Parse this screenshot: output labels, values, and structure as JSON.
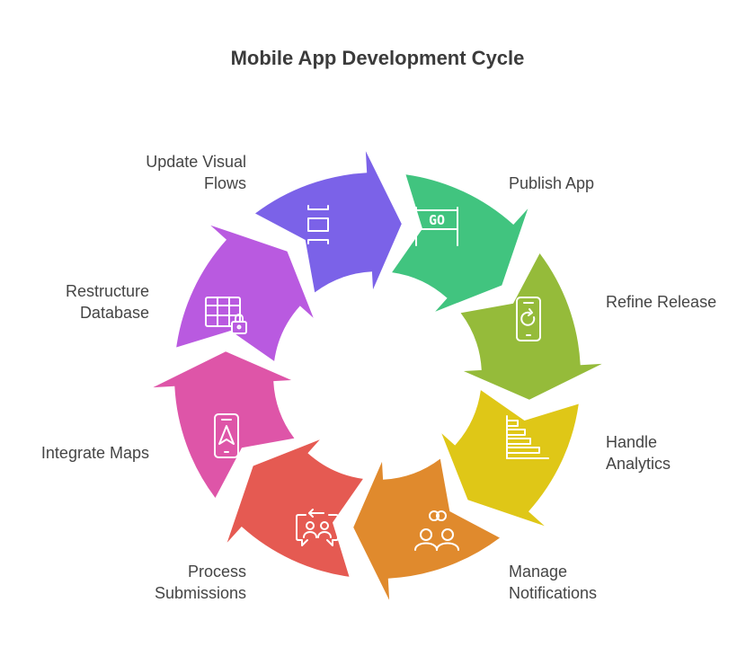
{
  "title": "Mobile App Development Cycle",
  "steps": [
    {
      "id": "publish",
      "lines": [
        "Publish App"
      ],
      "color": "#41c47f",
      "icon": "go-sign-icon",
      "icon_text": "GO"
    },
    {
      "id": "refine",
      "lines": [
        "Refine Release"
      ],
      "color": "#95bb3a",
      "icon": "phone-refresh-icon"
    },
    {
      "id": "analytics",
      "lines": [
        "Handle",
        "Analytics"
      ],
      "color": "#dfc717",
      "icon": "bar-chart-icon"
    },
    {
      "id": "notifications",
      "lines": [
        "Manage",
        "Notifications"
      ],
      "color": "#e08a2d",
      "icon": "users-link-icon"
    },
    {
      "id": "submissions",
      "lines": [
        "Process",
        "Submissions"
      ],
      "color": "#e55a52",
      "icon": "chat-exchange-icon"
    },
    {
      "id": "maps",
      "lines": [
        "Integrate Maps"
      ],
      "color": "#de55a8",
      "icon": "phone-navigation-icon"
    },
    {
      "id": "database",
      "lines": [
        "Restructure",
        "Database"
      ],
      "color": "#b95ae0",
      "icon": "table-lock-icon"
    },
    {
      "id": "flows",
      "lines": [
        "Update Visual",
        "Flows"
      ],
      "color": "#7b62e8",
      "icon": "visual-flow-icon"
    }
  ]
}
